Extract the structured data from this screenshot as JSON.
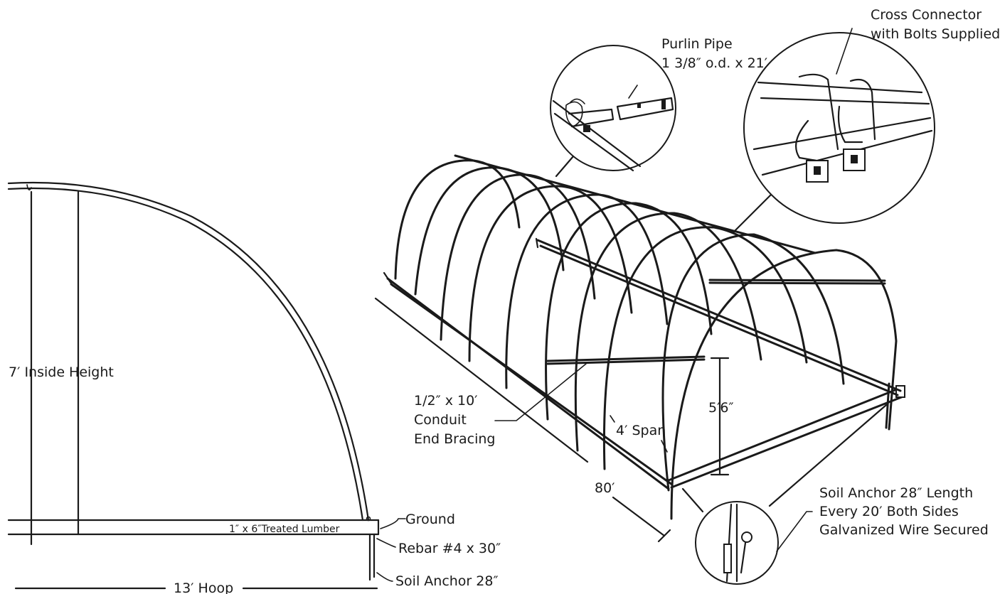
{
  "labels": {
    "inside_height": "7′ Inside Height",
    "treated_lumber": "1″ x 6″Treated Lumber",
    "ground": "Ground",
    "rebar": "Rebar #4 x 30″",
    "soil_anchor_short": "Soil Anchor 28″",
    "hoop": "13′ Hoop",
    "purlin_line1": "Purlin Pipe",
    "purlin_line2": "1 3/8″ o.d. x 21′",
    "cross_line1": "Cross Connector",
    "cross_line2": "with Bolts Supplied",
    "conduit_line1": "1/2″ x 10′",
    "conduit_line2": "Conduit",
    "conduit_line3": "End Bracing",
    "height_5_6": "5′6″",
    "span_4": "4′ Span",
    "length_80": "80′",
    "anchor_line1": "Soil Anchor 28″ Length",
    "anchor_line2": "Every 20′ Both Sides",
    "anchor_line3": "Galvanized Wire Secured"
  },
  "colors": {
    "ink": "#1a1a1a",
    "background": "#ffffff"
  }
}
